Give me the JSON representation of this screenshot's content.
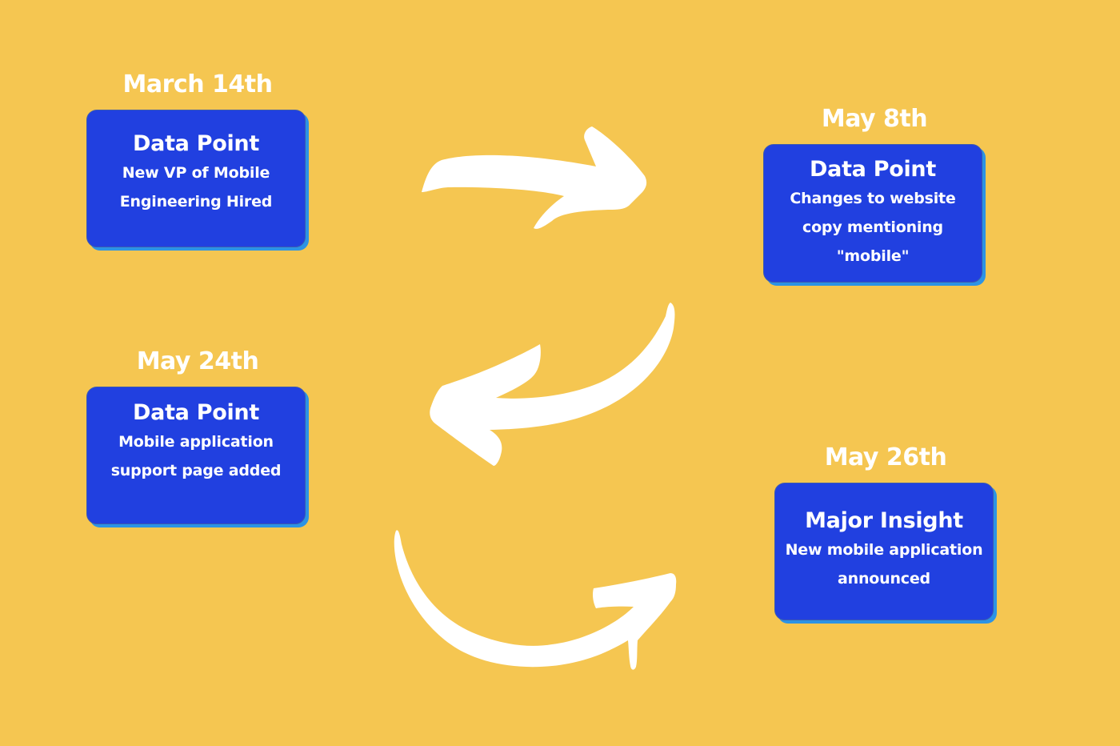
{
  "colors": {
    "background": "#F5C651",
    "card": "#2140E0",
    "card_shadow": "#2C93E5",
    "text": "#FFFFFF",
    "arrow": "#FFFFFF"
  },
  "timeline": [
    {
      "date": "March 14th",
      "title": "Data Point",
      "description": "New VP of Mobile\nEngineering Hired"
    },
    {
      "date": "May 8th",
      "title": "Data Point",
      "description": "Changes to website\ncopy mentioning\n\"mobile\""
    },
    {
      "date": "May 24th",
      "title": "Data Point",
      "description": "Mobile application\nsupport page added"
    },
    {
      "date": "May 26th",
      "title": "Major Insight",
      "description": "New mobile application\nannounced"
    }
  ],
  "arrows": [
    {
      "from": "March 14th",
      "to": "May 8th",
      "icon": "curved-arrow-right-icon"
    },
    {
      "from": "May 8th",
      "to": "May 24th",
      "icon": "curved-arrow-left-icon"
    },
    {
      "from": "May 24th",
      "to": "May 26th",
      "icon": "curved-arrow-up-right-icon"
    }
  ]
}
